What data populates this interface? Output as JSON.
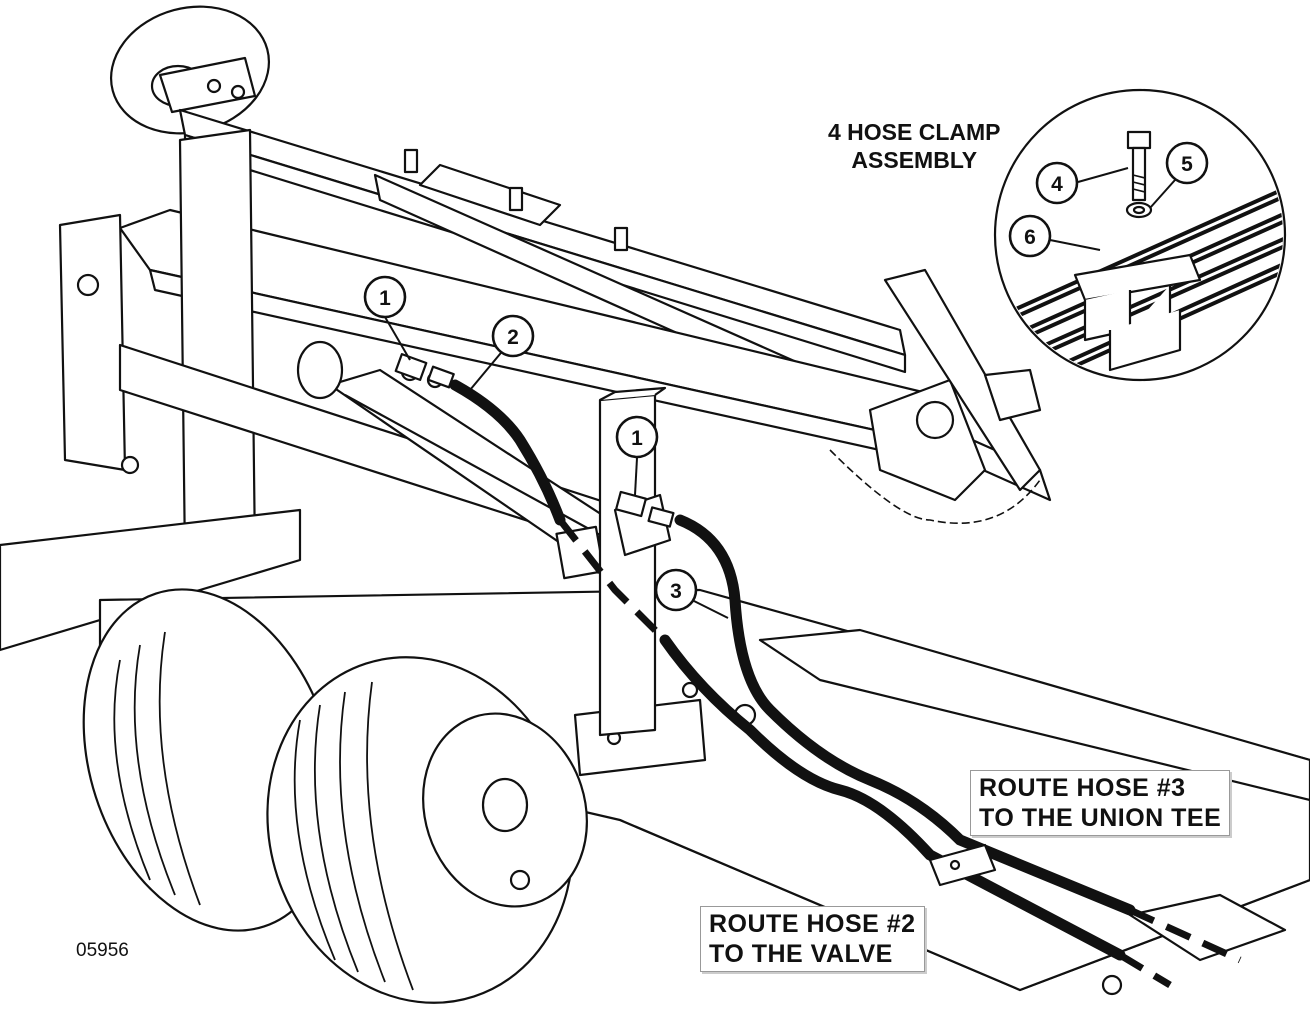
{
  "figure_code": "05956",
  "detail_title": {
    "line1": "4 HOSE CLAMP",
    "line2": "ASSEMBLY"
  },
  "instructions": [
    {
      "line1": "ROUTE HOSE #3",
      "line2": "TO THE UNION TEE"
    },
    {
      "line1": "ROUTE HOSE #2",
      "line2": "TO THE VALVE"
    }
  ],
  "callouts": [
    {
      "id": "callout-1-upper",
      "number": "1"
    },
    {
      "id": "callout-2",
      "number": "2"
    },
    {
      "id": "callout-1-lower",
      "number": "1"
    },
    {
      "id": "callout-3",
      "number": "3"
    },
    {
      "id": "callout-4",
      "number": "4"
    },
    {
      "id": "callout-5",
      "number": "5"
    },
    {
      "id": "callout-6",
      "number": "6"
    }
  ]
}
